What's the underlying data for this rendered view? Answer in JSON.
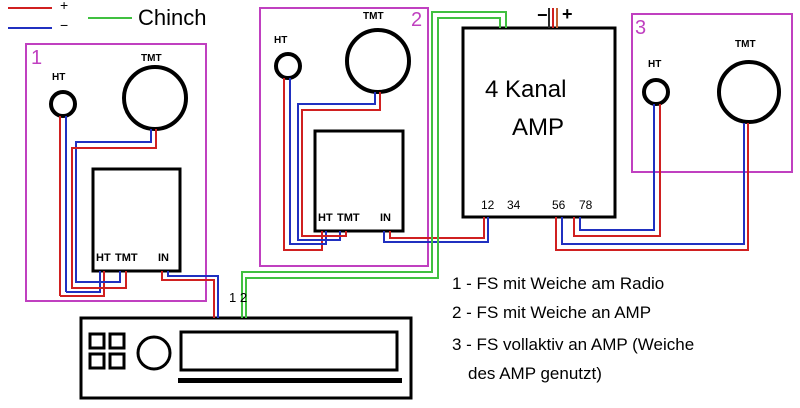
{
  "legend": {
    "plus": "+",
    "minus": "−",
    "cinch": "Chinch",
    "color_plus": "#d02020",
    "color_minus": "#2030c0",
    "color_cinch": "#40c040"
  },
  "boxes": {
    "b1": {
      "number": "1",
      "tweeter": "HT",
      "woofer": "TMT",
      "x_ht": "HT",
      "x_tmt": "TMT",
      "x_in": "IN"
    },
    "b2": {
      "number": "2",
      "tweeter": "HT",
      "woofer": "TMT",
      "x_ht": "HT",
      "x_tmt": "TMT",
      "x_in": "IN"
    },
    "b3": {
      "number": "3",
      "tweeter": "HT",
      "woofer": "TMT"
    }
  },
  "amp": {
    "line1": "4 Kanal",
    "line2": "AMP",
    "ch12": "12",
    "ch34": "34",
    "ch56": "56",
    "ch78": "78",
    "power": "+",
    "ground": "−"
  },
  "radio": {
    "out": "1 2"
  },
  "notes": [
    "1 - FS mit Weiche am Radio",
    "2 - FS mit Weiche an AMP",
    "3 - FS vollaktiv an AMP (Weiche",
    "des AMP genutzt)"
  ],
  "colors": {
    "frame": "#c040c0",
    "outline": "#000000"
  }
}
